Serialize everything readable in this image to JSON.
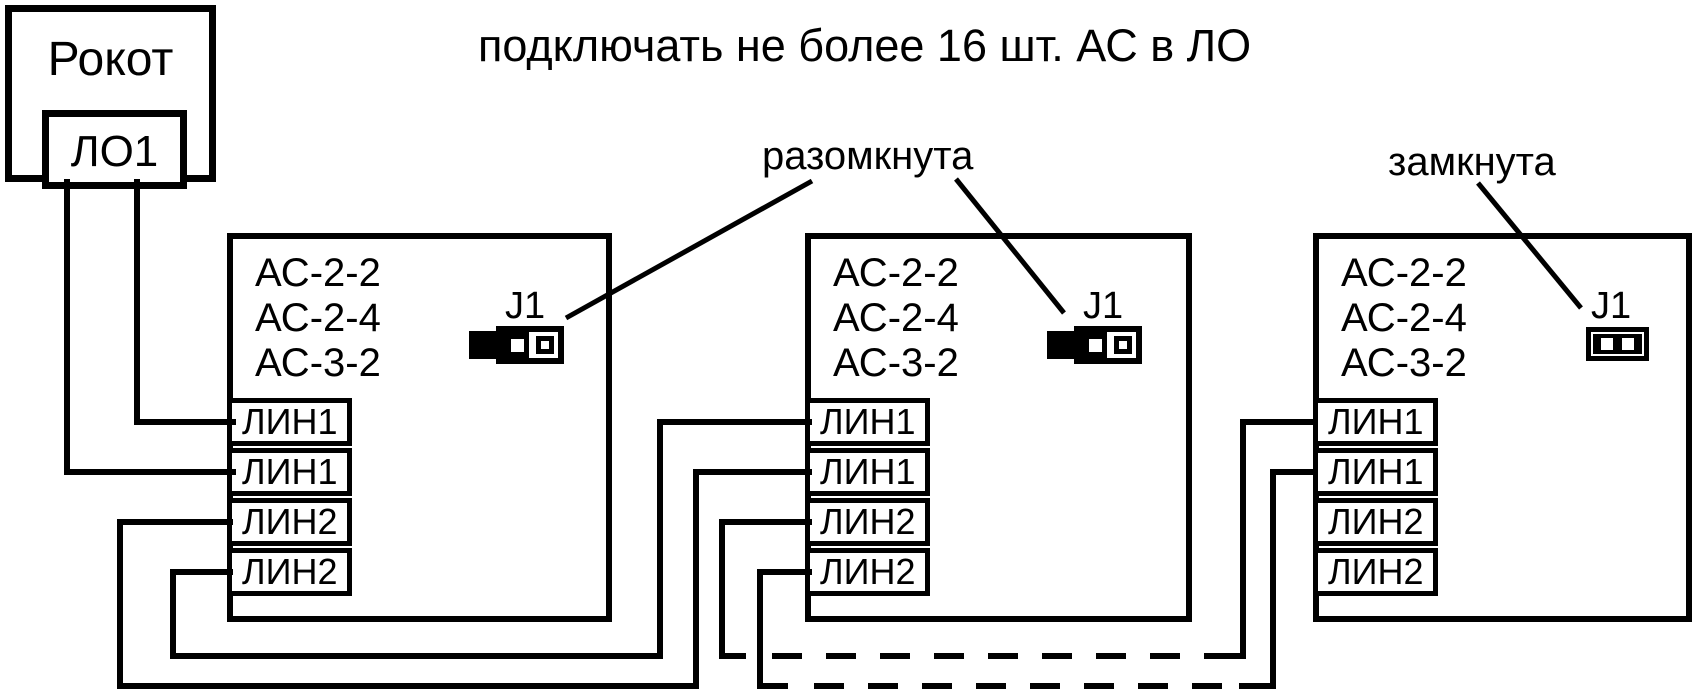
{
  "title": "подключать не более 16 шт. АС в ЛО",
  "colors": {
    "line": "#000000",
    "background": "#ffffff",
    "text": "#000000"
  },
  "panel": {
    "name": "Рокот",
    "output": "ЛО1"
  },
  "jumper_annotations": {
    "open": "разомкнута",
    "closed": "замкнута"
  },
  "devices": [
    {
      "models": [
        "АС-2-2",
        "АС-2-4",
        "АС-3-2"
      ],
      "jumper": "J1",
      "jumper_state": "open",
      "terminals": [
        "ЛИН1",
        "ЛИН1",
        "ЛИН2",
        "ЛИН2"
      ]
    },
    {
      "models": [
        "АС-2-2",
        "АС-2-4",
        "АС-3-2"
      ],
      "jumper": "J1",
      "jumper_state": "open",
      "terminals": [
        "ЛИН1",
        "ЛИН1",
        "ЛИН2",
        "ЛИН2"
      ]
    },
    {
      "models": [
        "АС-2-2",
        "АС-2-4",
        "АС-3-2"
      ],
      "jumper": "J1",
      "jumper_state": "closed",
      "terminals": [
        "ЛИН1",
        "ЛИН1",
        "ЛИН2",
        "ЛИН2"
      ]
    }
  ]
}
